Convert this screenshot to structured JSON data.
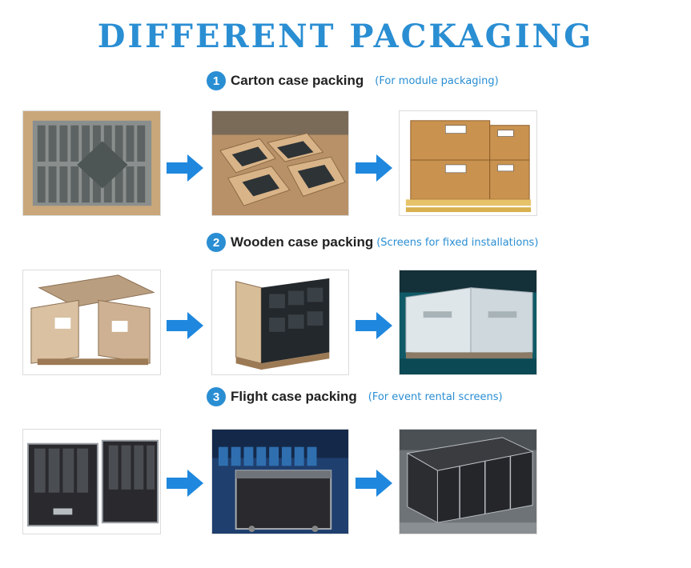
{
  "title": "DIFFERENT PACKAGING",
  "sections": [
    {
      "number": "1",
      "label": "Carton case packing",
      "note": "(For module packaging)"
    },
    {
      "number": "2",
      "label": "Wooden case packing",
      "note": "(Screens for fixed installations)"
    },
    {
      "number": "3",
      "label": "Flight case packing",
      "note": "(For event rental screens)"
    }
  ],
  "colors": {
    "accent": "#2a8ed3",
    "arrow": "#1f88de"
  },
  "icons": [
    "arrow-right-icon"
  ]
}
